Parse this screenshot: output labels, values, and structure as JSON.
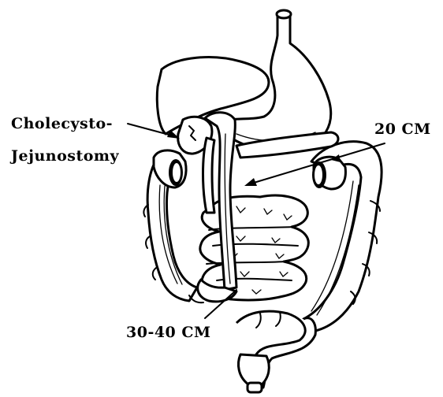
{
  "diagram": {
    "labels": {
      "anastomosis_line1": "Cholecysto-",
      "anastomosis_line2": "Jejunostomy",
      "upper_distance": "20 CM",
      "lower_distance": "30-40 CM"
    }
  }
}
